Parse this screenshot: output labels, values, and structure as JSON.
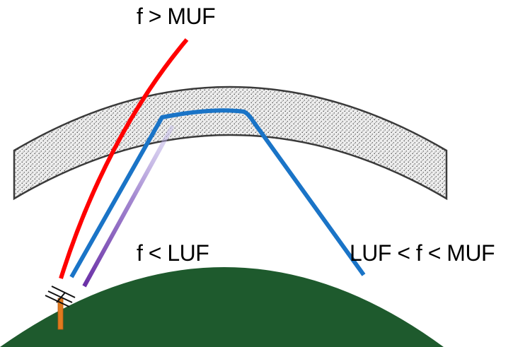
{
  "labels": {
    "above_muf": "f > MUF",
    "below_luf": "f < LUF",
    "between": "LUF < f < MUF"
  },
  "colors": {
    "background": "#ffffff",
    "ionosphere_fill": "#e7e7e7",
    "ionosphere_stroke": "#3a3a3a",
    "earth": "#1e5a2d",
    "ray_above_muf": "#ff0000",
    "ray_between": "#1a74c7",
    "ray_below_luf": "#6a2fa6",
    "antenna_mast": "#e07a1f"
  },
  "icons": {
    "transmitter": "antenna-icon"
  }
}
